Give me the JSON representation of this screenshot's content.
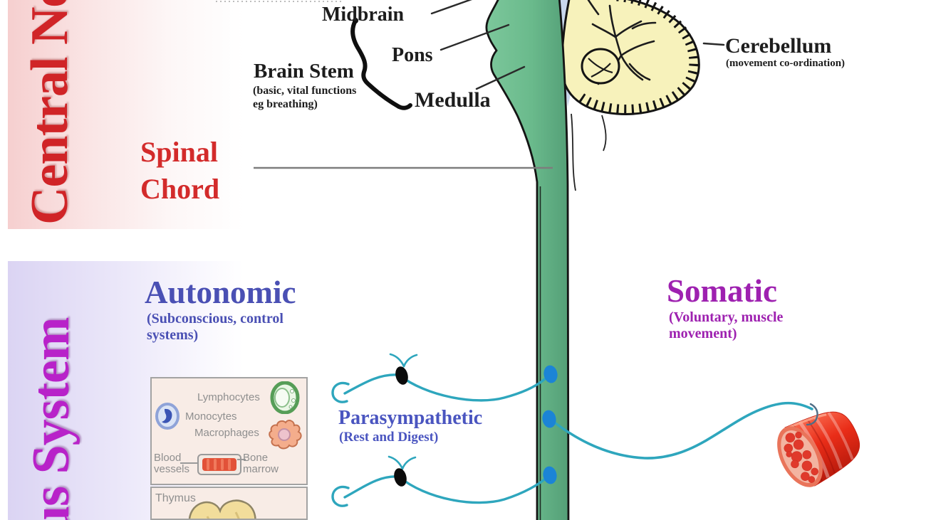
{
  "figure": {
    "vertical_top_label": "Central Ne",
    "vertical_bottom_label": "us System"
  },
  "brain": {
    "midbrain": "Midbrain",
    "pons": "Pons",
    "medulla": "Medulla",
    "brain_stem_title": "Brain Stem",
    "brain_stem_sub_line1": "(basic, vital functions",
    "brain_stem_sub_line2": "eg breathing)",
    "cerebellum_title": "Cerebellum",
    "cerebellum_sub": "(movement co-ordination)",
    "spinal_line1": "Spinal",
    "spinal_line2": "Chord"
  },
  "divisions": {
    "autonomic_title": "Autonomic",
    "autonomic_sub": "(Subconscious, control systems)",
    "somatic_title": "Somatic",
    "somatic_sub": "(Voluntary, muscle movement)",
    "parasympathetic_title": "Parasympathetic",
    "parasympathetic_sub": "(Rest and Digest)"
  },
  "immune_panel": {
    "lymphocytes": "Lymphocytes",
    "monocytes": "Monocytes",
    "macrophages": "Macrophages",
    "blood_line1": "Blood",
    "blood_line2": "vessels",
    "bone_line1": "Bone",
    "bone_line2": "marrow",
    "thymus": "Thymus"
  },
  "colors": {
    "cns_red": "#d02427",
    "pns_magenta": "#b822c9",
    "autonomic_blue": "#4a50b4",
    "somatic_purple": "#9e21b0",
    "parasympathetic_blue": "#4a55c0",
    "nerve_cyan": "#2ea6bd",
    "spinal_cord_green": "#6fbe8f",
    "synapse_dot_blue": "#1b84d6",
    "cerebellum_yellow": "#f7f2bb",
    "muscle_red": "#e8281c",
    "label_black": "#1d1d1d",
    "immune_text_gray": "#8f8f8f"
  }
}
